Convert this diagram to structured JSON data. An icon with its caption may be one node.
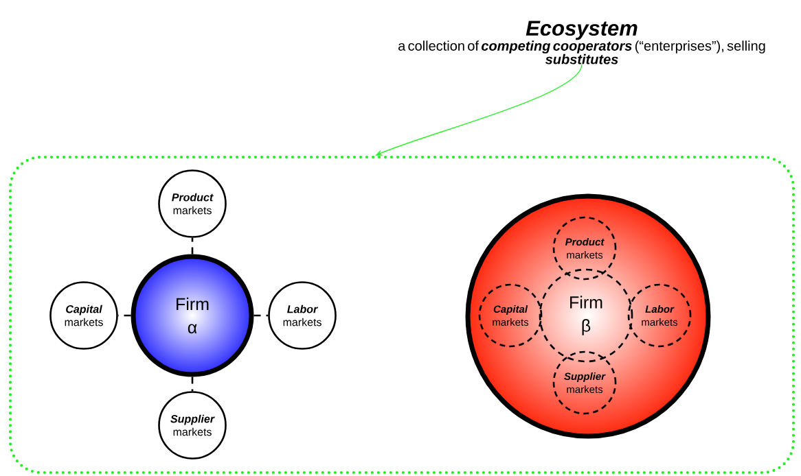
{
  "diagram": {
    "nodes": [
      {
        "text": [
          "Ecosystem",
          "a collection of **competing cooperators** (“enterprises”), selling **substitutes**"
        ]
      },
      {
        "text": [],
        "shape": "box"
      },
      {
        "text": [
          "**Product** markets"
        ],
        "in": 1
      },
      {
        "text": [
          "**Capital** markets"
        ],
        "in": 1
      },
      {
        "text": [
          "Firm α"
        ],
        "in": 1
      },
      {
        "text": [
          "**Labor** markets"
        ],
        "in": 1
      },
      {
        "text": [
          "**Supplier** markets"
        ],
        "in": 1
      },
      {
        "text": [],
        "shape": "circle",
        "in": 1
      },
      {
        "text": [
          "**Product** markets"
        ],
        "in": 7
      },
      {
        "text": [
          "**Capital** markets"
        ],
        "in": 7
      },
      {
        "text": [
          "Firm β"
        ],
        "in": 7
      },
      {
        "text": [
          "**Labor** markets"
        ],
        "in": 7
      },
      {
        "text": [
          "**Supplier** markets"
        ],
        "in": 7
      }
    ],
    "edges": [
      {
        "from": 0,
        "to": 1,
        "arrow": "to",
        "color": "#33ee33"
      },
      {
        "from": 4,
        "to": 2,
        "arrow": "none",
        "style": "dashed"
      },
      {
        "from": 4,
        "to": 3,
        "arrow": "none",
        "style": "dashed"
      },
      {
        "from": 4,
        "to": 5,
        "arrow": "none",
        "style": "dashed"
      },
      {
        "from": 4,
        "to": 6,
        "arrow": "none",
        "style": "dashed"
      }
    ]
  }
}
